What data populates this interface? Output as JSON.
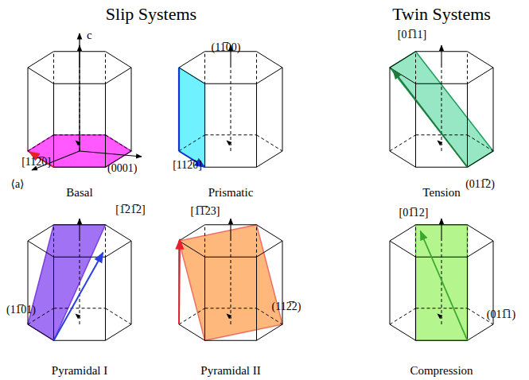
{
  "diagram": {
    "labels": [
      "Slip Systems",
      "Twin Systems",
      "c",
      "[112̅0]",
      "(0001)",
      "⟨a⟩",
      "Basal",
      "(11̅00)",
      "[112̅0]",
      "Prismatic",
      "[01̅11]",
      "(011̅2)",
      "Tension",
      "[1̅21̅2]",
      "(11̅01)",
      "Pyramidal I",
      "[1̅1̅23]",
      "(112̅2)",
      "Pyramidal II",
      "[01̅12]",
      "(011̅1)",
      "Compression"
    ]
  }
}
